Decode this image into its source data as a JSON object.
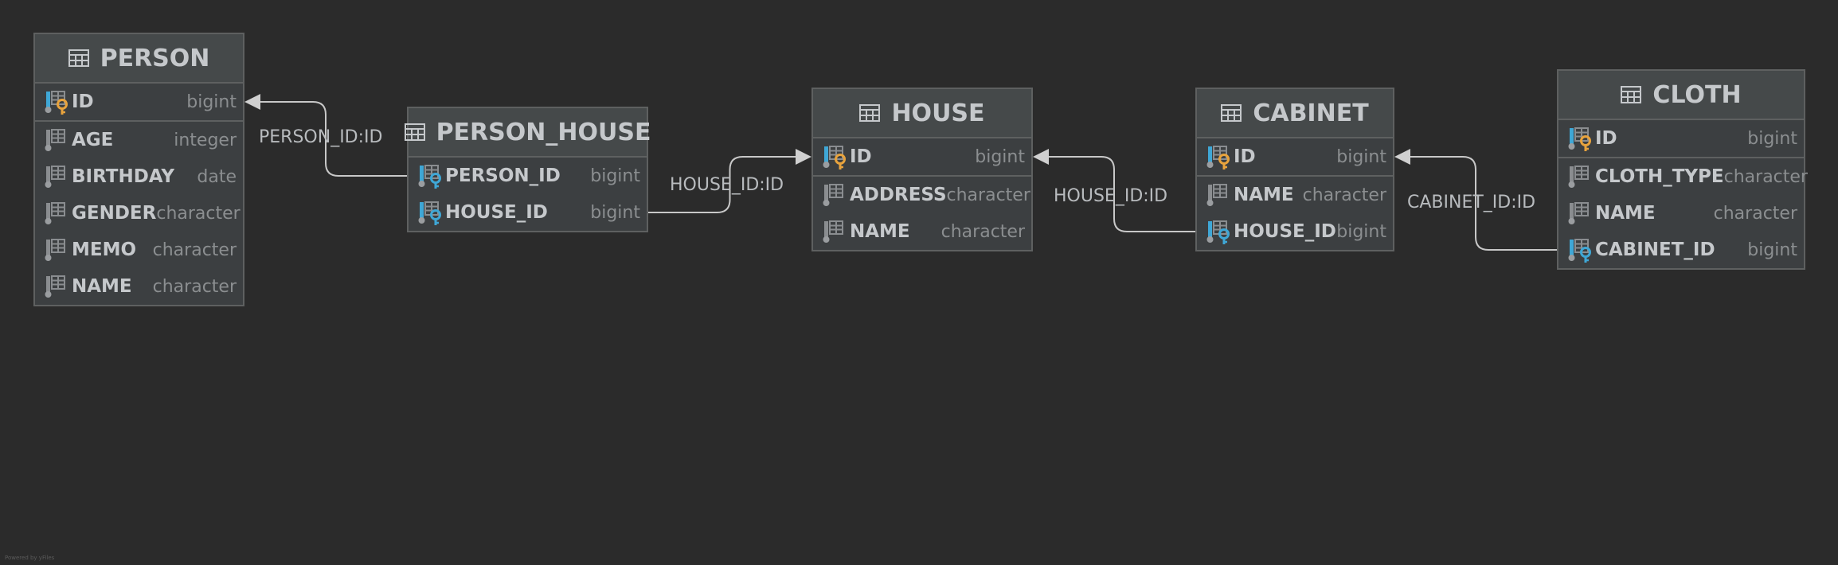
{
  "tables": {
    "person": {
      "title": "PERSON",
      "pk": [
        {
          "name": "ID",
          "type": "bigint",
          "icon": "primary-key-icon"
        }
      ],
      "columns": [
        {
          "name": "AGE",
          "type": "integer",
          "icon": "column-icon"
        },
        {
          "name": "BIRTHDAY",
          "type": "date",
          "icon": "column-icon"
        },
        {
          "name": "GENDER",
          "type": "character",
          "icon": "column-icon"
        },
        {
          "name": "MEMO",
          "type": "character",
          "icon": "column-icon"
        },
        {
          "name": "NAME",
          "type": "character",
          "icon": "column-icon"
        }
      ]
    },
    "person_house": {
      "title": "PERSON_HOUSE",
      "pk": [
        {
          "name": "PERSON_ID",
          "type": "bigint",
          "icon": "foreign-key-icon"
        },
        {
          "name": "HOUSE_ID",
          "type": "bigint",
          "icon": "foreign-key-icon"
        }
      ],
      "columns": []
    },
    "house": {
      "title": "HOUSE",
      "pk": [
        {
          "name": "ID",
          "type": "bigint",
          "icon": "primary-key-icon"
        }
      ],
      "columns": [
        {
          "name": "ADDRESS",
          "type": "character",
          "icon": "column-icon"
        },
        {
          "name": "NAME",
          "type": "character",
          "icon": "column-icon"
        }
      ]
    },
    "cabinet": {
      "title": "CABINET",
      "pk": [
        {
          "name": "ID",
          "type": "bigint",
          "icon": "primary-key-icon"
        }
      ],
      "columns": [
        {
          "name": "NAME",
          "type": "character",
          "icon": "column-icon"
        },
        {
          "name": "HOUSE_ID",
          "type": "bigint",
          "icon": "foreign-key-icon"
        }
      ]
    },
    "cloth": {
      "title": "CLOTH",
      "pk": [
        {
          "name": "ID",
          "type": "bigint",
          "icon": "primary-key-icon"
        }
      ],
      "columns": [
        {
          "name": "CLOTH_TYPE",
          "type": "character",
          "icon": "column-icon"
        },
        {
          "name": "NAME",
          "type": "character",
          "icon": "column-icon"
        },
        {
          "name": "CABINET_ID",
          "type": "bigint",
          "icon": "foreign-key-icon"
        }
      ]
    }
  },
  "relations": [
    {
      "label": "PERSON_ID:ID",
      "from": "person_house.PERSON_ID",
      "to": "person.ID"
    },
    {
      "label": "HOUSE_ID:ID",
      "from": "person_house.HOUSE_ID",
      "to": "house.ID"
    },
    {
      "label": "HOUSE_ID:ID",
      "from": "cabinet.HOUSE_ID",
      "to": "house.ID"
    },
    {
      "label": "CABINET_ID:ID",
      "from": "cloth.CABINET_ID",
      "to": "cabinet.ID"
    }
  ],
  "footer": "Powered by yFiles",
  "colors": {
    "background": "#2b2b2b",
    "table_body": "#3c3f41",
    "table_header": "#45494a",
    "border": "#5e6060",
    "text": "#c5c8cb",
    "type_text": "#8b8e90",
    "edge": "#c8c8c8",
    "pk_key": "#e8a33d",
    "fk_key": "#3fa7d6"
  }
}
